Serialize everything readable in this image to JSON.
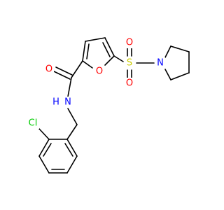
{
  "molecule": {
    "atoms": {
      "o_carbonyl": {
        "label": "O",
        "color": "#ff0000"
      },
      "n_amide": {
        "label": "N",
        "color": "#0000ff"
      },
      "h_amide": {
        "label": "H",
        "color": "#0000ff"
      },
      "o_furan": {
        "label": "O",
        "color": "#ff0000"
      },
      "s_sulfonyl": {
        "label": "S",
        "color": "#cccc00"
      },
      "o_sulfonyl_top": {
        "label": "O",
        "color": "#ff0000"
      },
      "o_sulfonyl_bottom": {
        "label": "O",
        "color": "#ff0000"
      },
      "n_pyrrolidine": {
        "label": "N",
        "color": "#0000ff"
      },
      "cl": {
        "label": "Cl",
        "color": "#00cc00"
      }
    }
  }
}
